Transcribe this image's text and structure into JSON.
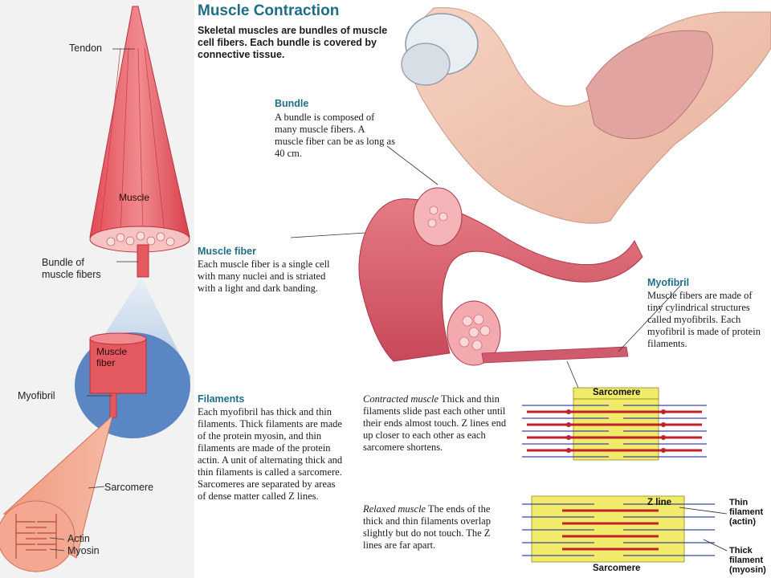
{
  "title": "Muscle Contraction",
  "intro": "Skeletal muscles are bundles of muscle cell fibers. Each bundle is covered by connective tissue.",
  "left_labels": {
    "tendon": "Tendon",
    "muscle": "Muscle",
    "bundle_line1": "Bundle of",
    "bundle_line2": "muscle fibers",
    "muscle_fiber_line1": "Muscle",
    "muscle_fiber_line2": "fiber",
    "myofibril": "Myofibril",
    "sarcomere": "Sarcomere",
    "actin": "Actin",
    "myosin": "Myosin"
  },
  "bundle": {
    "heading": "Bundle",
    "text": "A bundle is composed of many muscle fibers. A muscle fiber can be as long as 40 cm."
  },
  "muscle_fiber": {
    "heading": "Muscle fiber",
    "text": "Each muscle fiber is a single cell with many nuclei and is striated with a light and dark banding."
  },
  "myofibril": {
    "heading": "Myofibril",
    "text": "Muscle fibers are made of tiny cylindrical structures called myofibrils. Each myofibril is made of protein filaments."
  },
  "filaments": {
    "heading": "Filaments",
    "text": "Each myofibril has thick and thin filaments. Thick filaments are made of the protein myosin, and thin filaments are made of the protein actin. A unit of alternating thick and thin filaments is called a sarcomere. Sarcomeres are separated by areas of dense matter called Z lines."
  },
  "contracted": {
    "label": "Contracted muscle",
    "text": "Thick and thin filaments slide past each other until their ends almost touch. Z lines end up closer to each other as each sarcomere shortens."
  },
  "relaxed": {
    "label": "Relaxed muscle",
    "text": "The ends of the thick and thin filaments overlap slightly but do not touch. The Z lines are far apart."
  },
  "sarcomere_diagram": {
    "sarcomere_top": "Sarcomere",
    "sarcomere_bottom": "Sarcomere",
    "z_line": "Z line",
    "thin_filament_line1": "Thin",
    "thin_filament_line2": "filament",
    "thin_filament_line3": "(actin)",
    "thick_filament_line1": "Thick",
    "thick_filament_line2": "filament",
    "thick_filament_line3": "(myosin)"
  },
  "colors": {
    "heading_teal": "#1f6e86",
    "muscle_red": "#e4585f",
    "zone_yellow": "#f1ea6a",
    "fiber_blue": "#5b86c4"
  }
}
